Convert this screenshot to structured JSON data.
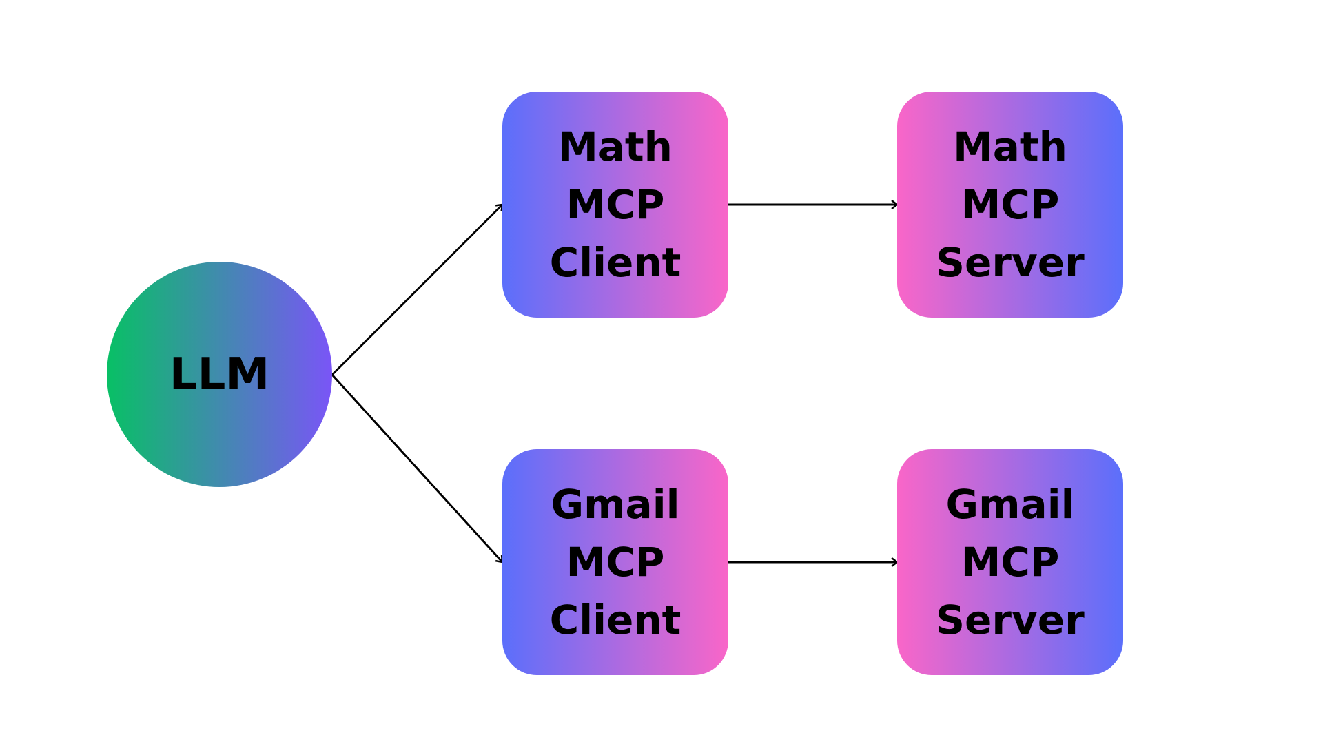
{
  "colors": {
    "llm_gradient_start": "#08c065",
    "llm_gradient_end": "#7a55f7",
    "blue": "#5b6ffb",
    "pink": "#f966c8",
    "edge": "#000000"
  },
  "nodes": {
    "llm": {
      "lines": [
        "LLM"
      ]
    },
    "math_client": {
      "lines": [
        "Math",
        "MCP",
        "Client"
      ]
    },
    "math_server": {
      "lines": [
        "Math",
        "MCP",
        "Server"
      ]
    },
    "gmail_client": {
      "lines": [
        "Gmail",
        "MCP",
        "Client"
      ]
    },
    "gmail_server": {
      "lines": [
        "Gmail",
        "MCP",
        "Server"
      ]
    }
  },
  "edges": [
    {
      "from": "llm",
      "to": "math_client"
    },
    {
      "from": "llm",
      "to": "gmail_client"
    },
    {
      "from": "math_client",
      "to": "math_server"
    },
    {
      "from": "gmail_client",
      "to": "gmail_server"
    }
  ]
}
